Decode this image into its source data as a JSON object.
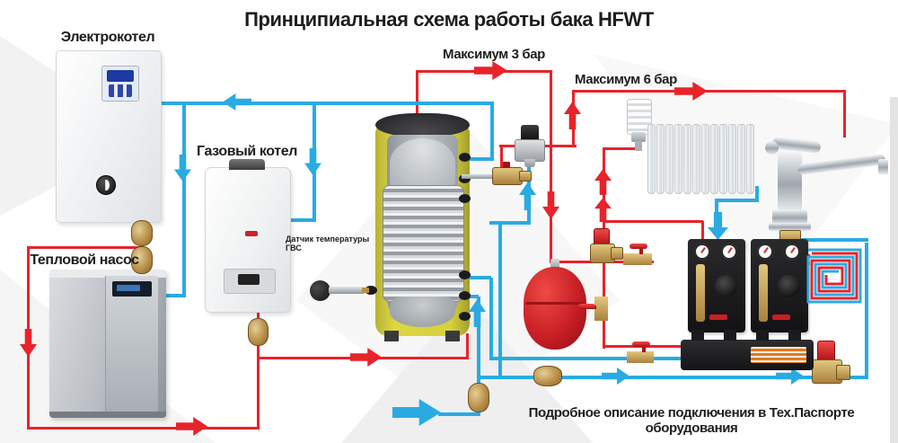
{
  "title": "Принципиальная схема работы бака HFWT",
  "labels": {
    "electric_boiler": "Электрокотел",
    "gas_boiler": "Газовый котел",
    "heat_pump": "Тепловой насос",
    "max_3_bar": "Максимум 3 бар",
    "max_6_bar": "Максимум 6 бар",
    "dhw_temp_sensor": "Датчик температуры ГВС",
    "footer_note": "Подробное описание подключения в Тех.Паспорте оборудования"
  },
  "legend": {
    "hot_line_color": "#e8232a",
    "cold_line_color": "#29abe2",
    "tank_insulation_color": "#d6d13c",
    "expansion_tank_color": "#c81f25"
  }
}
